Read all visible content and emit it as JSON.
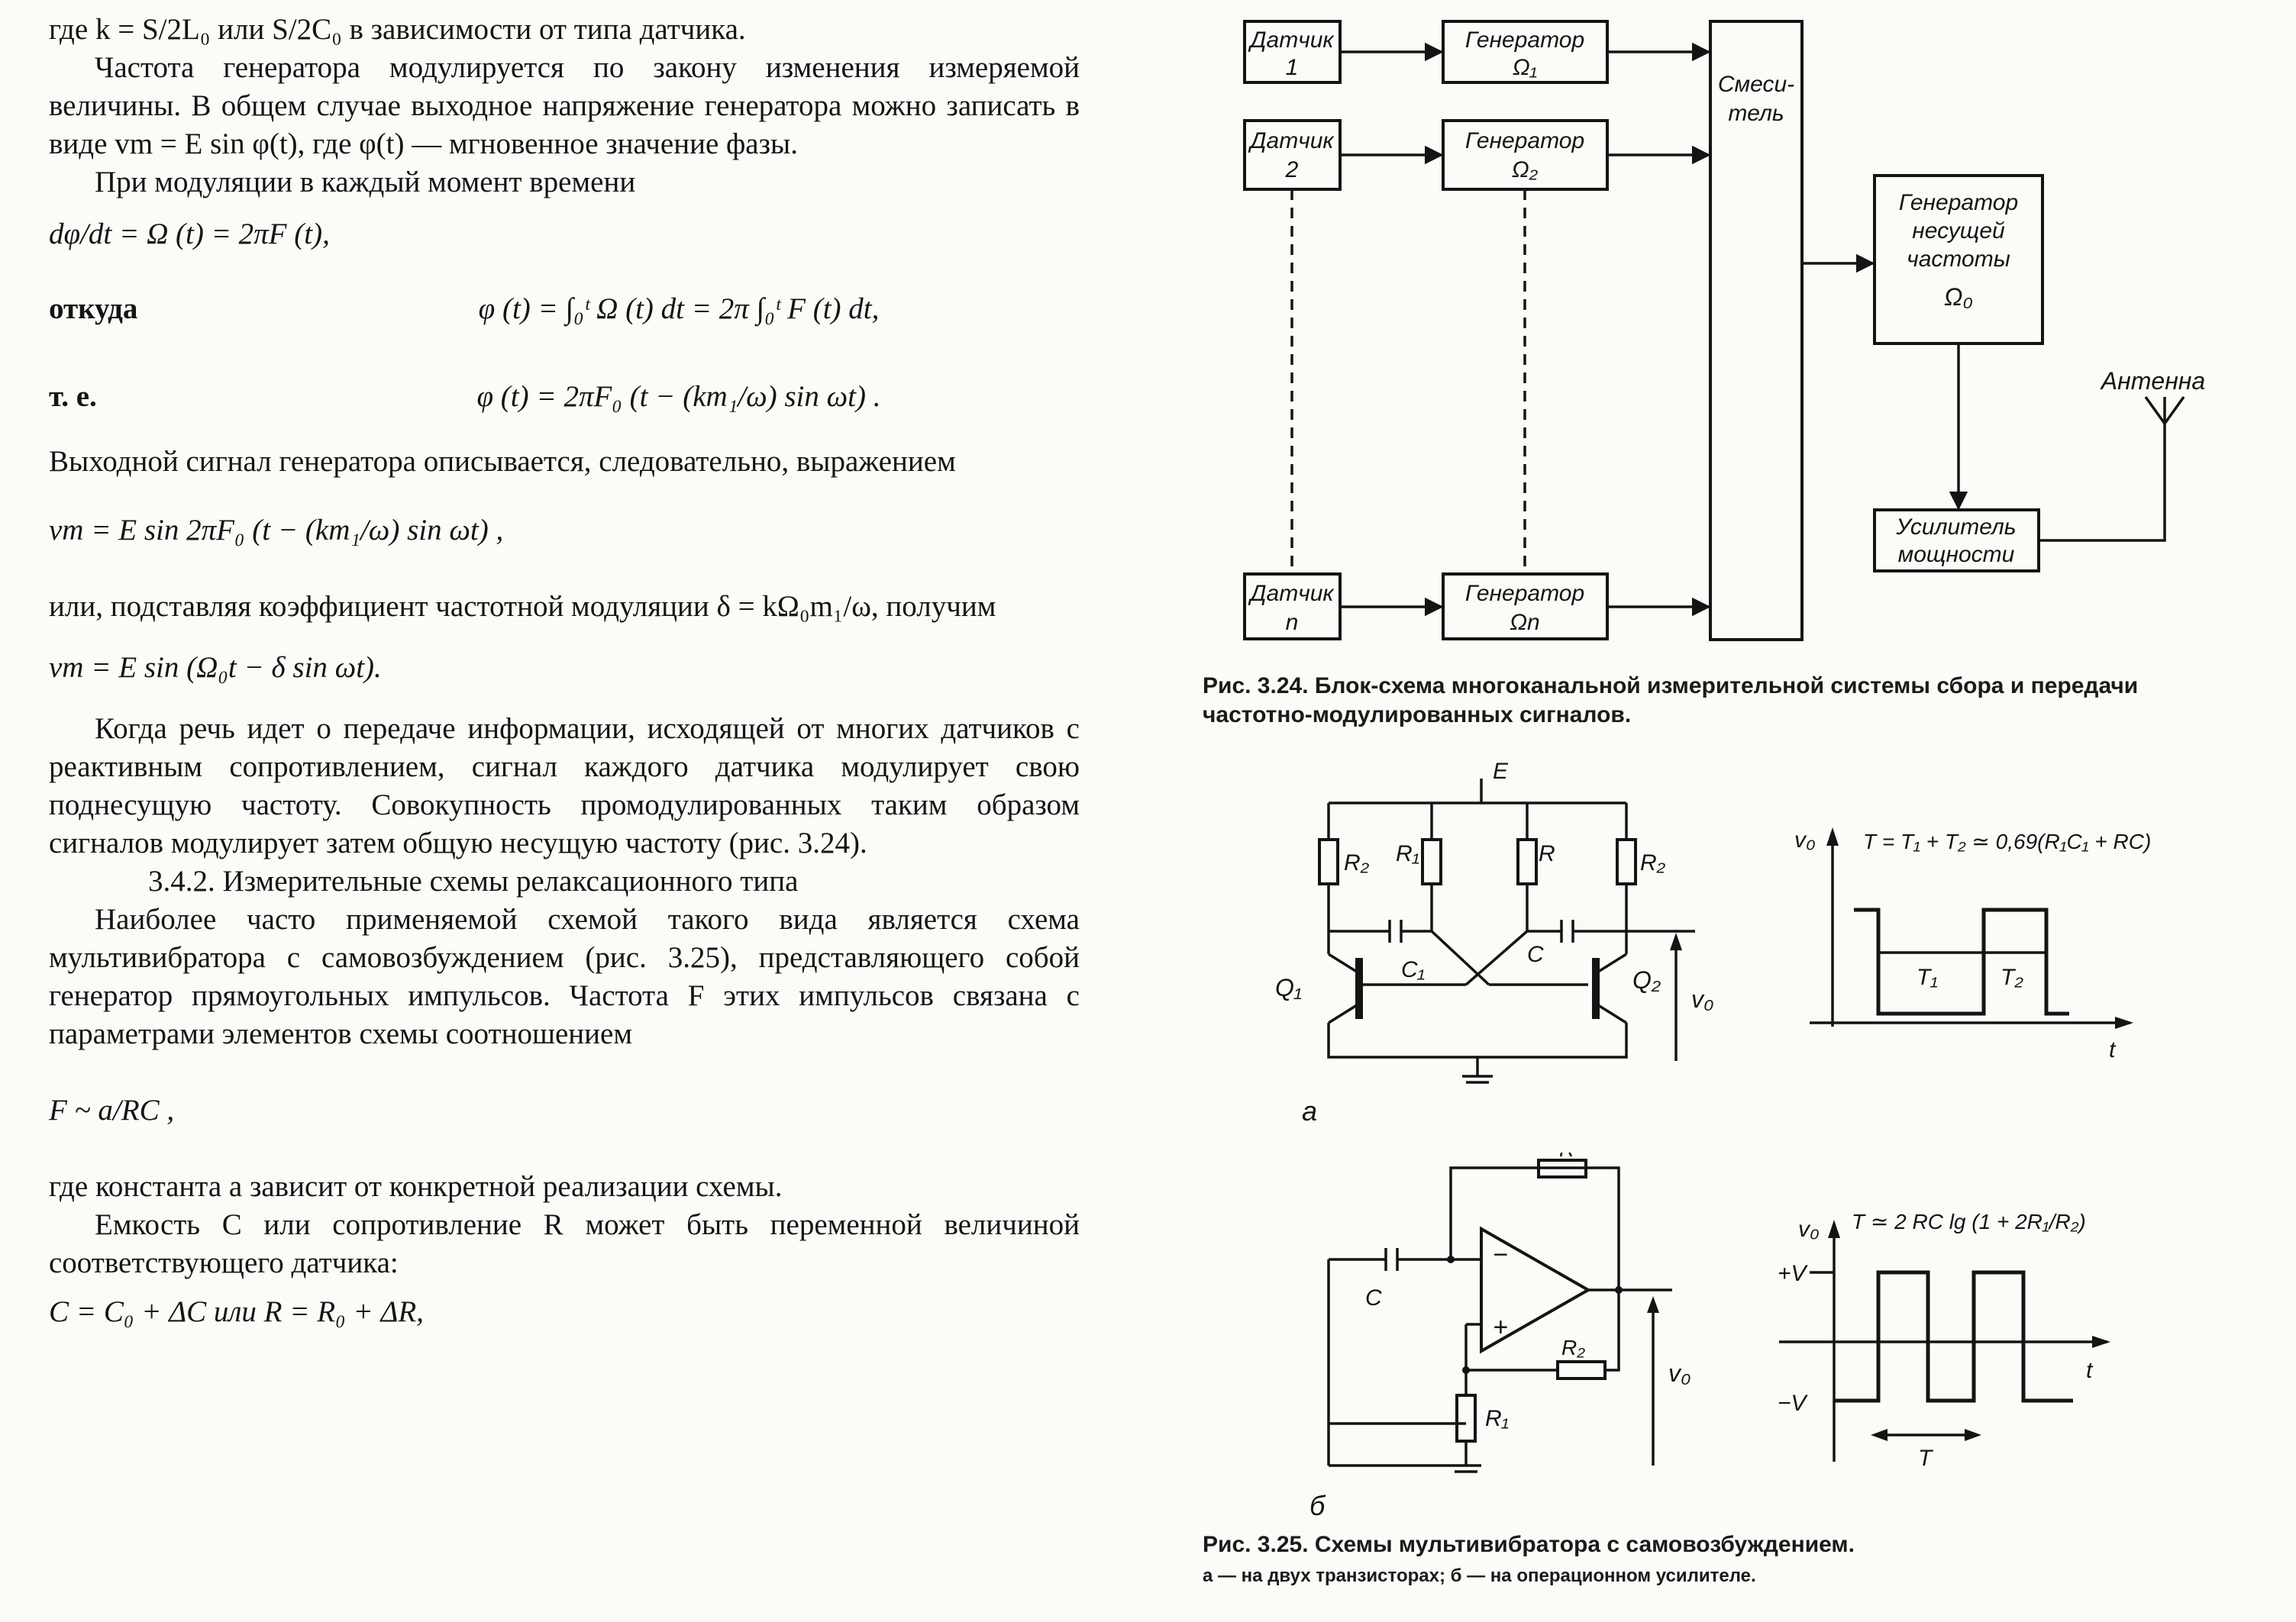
{
  "left": {
    "p1": "где k = S/2L₀ или S/2C₀ в зависимости от типа датчика.",
    "p2": "Частота генератора модулируется по закону изменения измеряемой величины. В общем случае выходное напряжение генератора можно записать в виде   vm = E sin φ(t),   где   φ(t) — мгновенное значение фазы.",
    "p3": "При модуляции в каждый момент времени",
    "f1": "dφ/dt = Ω (t) = 2πF (t),",
    "lead_otkuda": "откуда",
    "f2": "φ (t) = ∫₀ᵗ Ω (t) dt = 2π ∫₀ᵗ F (t) dt,",
    "lead_te": "т. е.",
    "f3": "φ (t) = 2πF₀ (t − (km₁/ω) sin ωt) .",
    "p4": "Выходной сигнал генератора описывается, следовательно, выражением",
    "f4": "vm = E sin 2πF₀ (t − (km₁/ω) sin ωt) ,",
    "p5": "или, подставляя коэффициент частотной модуляции δ = kΩ₀m₁/ω, получим",
    "f5": "vm = E sin (Ω₀t − δ sin ωt).",
    "p6": "Когда речь идет о передаче информации, исходящей от многих датчиков с реактивным сопротивлением, сигнал каждого датчика модулирует свою поднесущую частоту. Совокупность промодулированных таким образом сигналов модулирует затем общую несущую частоту (рис. 3.24).",
    "heading": "3.4.2. Измерительные схемы релаксационного типа",
    "p7": "Наиболее часто применяемой схемой такого вида является схема мультивибратора с самовозбуждением (рис. 3.25), представляющего собой генератор прямоугольных импульсов. Частота F этих импульсов связана с параметрами элементов схемы соотношением",
    "f6": "F ~ a/RC ,",
    "p8": "где константа a зависит от конкретной реализации схемы.",
    "p9": "Емкость C или сопротивление R может быть переменной величиной соответствующего датчика:",
    "f7": "C = C₀ + ΔC   или   R = R₀ + ΔR,"
  },
  "fig324": {
    "sensor1": [
      "Датчик",
      "1"
    ],
    "sensor2": [
      "Датчик",
      "2"
    ],
    "sensorn": [
      "Датчик",
      "n"
    ],
    "gen1": [
      "Генератор",
      "Ω₁"
    ],
    "gen2": [
      "Генератор",
      "Ω₂"
    ],
    "genn": [
      "Генератор",
      "Ωn"
    ],
    "mixer": [
      "Смеси-",
      "тель"
    ],
    "carrier": [
      "Генератор",
      "несущей",
      "частоты",
      "Ω₀"
    ],
    "amplifier": [
      "Усилитель",
      "мощности"
    ],
    "antenna": "Антенна",
    "caption": "Рис. 3.24. Блок-схема многоканальной измерительной системы сбора и передачи частотно-модулированных сигналов."
  },
  "fig325": {
    "a": {
      "E": "E",
      "R2l": "R₂",
      "R1": "R₁",
      "R": "R",
      "R2r": "R₂",
      "C1": "C₁",
      "C": "C",
      "Q1": "Q₁",
      "Q2": "Q₂",
      "vo": "v₀",
      "label": "a",
      "formula": "T = T₁ + T₂ ≃ 0,69(R₁C₁ + RC)",
      "axis_v": "v₀",
      "axis_t": "t",
      "T1": "T₁",
      "T2": "T₂"
    },
    "b": {
      "R": "R",
      "C": "C",
      "R1": "R₁",
      "R2": "R₂",
      "minus": "−",
      "plus": "+",
      "vo": "v₀",
      "label": "б",
      "formula": "T ≃ 2 RC lg (1 + 2R₁/R₂)",
      "axis_v": "v₀",
      "axis_t": "t",
      "pV": "+V",
      "mV": "−V",
      "T": "T"
    },
    "caption": "Рис. 3.25. Схемы мультивибратора с самовозбуждением.",
    "subcaption": "а — на двух транзисторах; б — на операционном усилителе."
  }
}
